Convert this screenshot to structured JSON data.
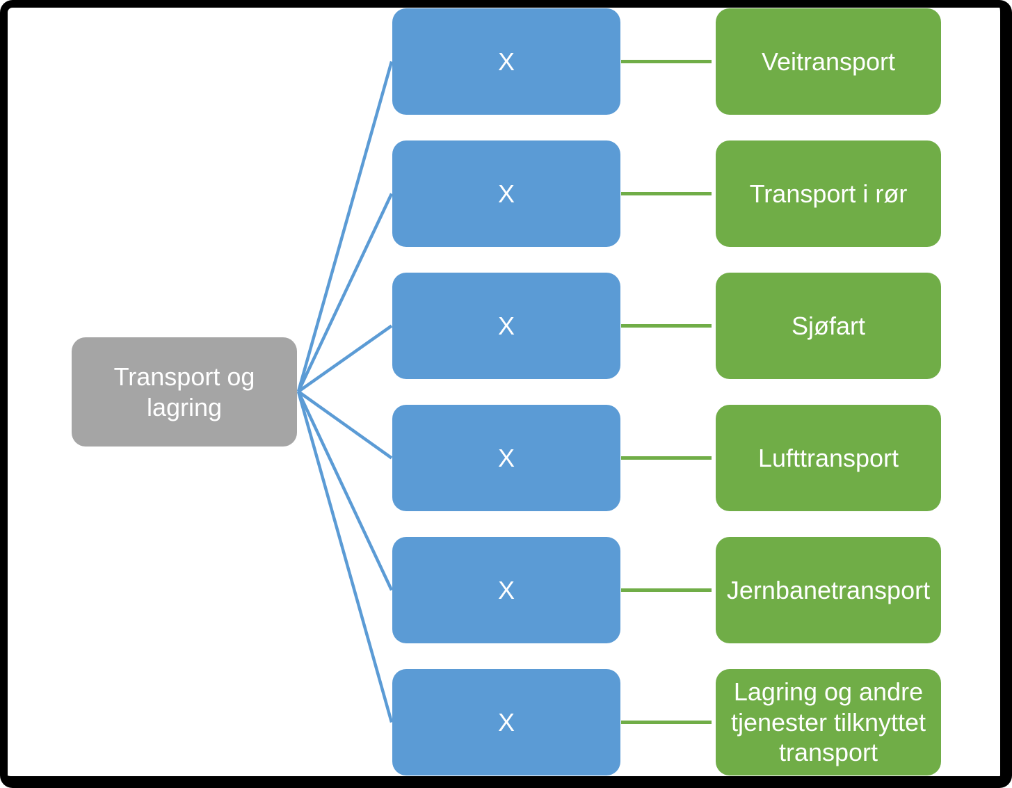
{
  "diagram": {
    "type": "hierarchy",
    "root": {
      "label": "Transport og lagring"
    },
    "rows": [
      {
        "mid": "X",
        "leaf": "Veitransport"
      },
      {
        "mid": "X",
        "leaf": "Transport i rør"
      },
      {
        "mid": "X",
        "leaf": "Sjøfart"
      },
      {
        "mid": "X",
        "leaf": "Lufttransport"
      },
      {
        "mid": "X",
        "leaf": "Jernbanetransport"
      },
      {
        "mid": "X",
        "leaf": "Lagring og andre tjenester tilknyttet transport"
      }
    ],
    "colors": {
      "root_fill": "#A5A5A5",
      "mid_fill": "#5B9BD5",
      "leaf_fill": "#70AD47",
      "connector_blue": "#5B9BD5",
      "connector_green": "#70AD47",
      "text_color": "#FFFFFF",
      "frame": "#000000"
    }
  }
}
